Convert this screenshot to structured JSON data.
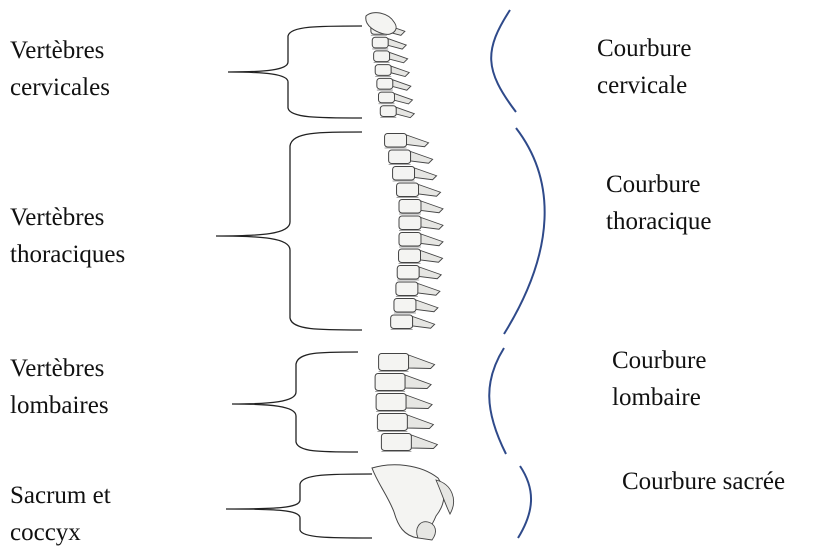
{
  "left_labels": {
    "cervical": [
      "Vertèbres",
      "cervicales"
    ],
    "thoracic": [
      "Vertèbres",
      "thoraciques"
    ],
    "lumbar": [
      "Vertèbres",
      "lombaires"
    ],
    "sacrum": [
      "Sacrum et",
      "coccyx"
    ]
  },
  "right_labels": {
    "cervical": [
      "Courbure",
      "cervicale"
    ],
    "thoracic": [
      "Courbure",
      "thoracique"
    ],
    "lumbar": [
      "Courbure",
      "lombaire"
    ],
    "sacrum": [
      "Courbure sacrée"
    ]
  },
  "colors": {
    "curve": "#2f4a8a",
    "bracket": "#222222",
    "bone_fill": "#f4f4f2",
    "bone_stroke": "#444444"
  }
}
